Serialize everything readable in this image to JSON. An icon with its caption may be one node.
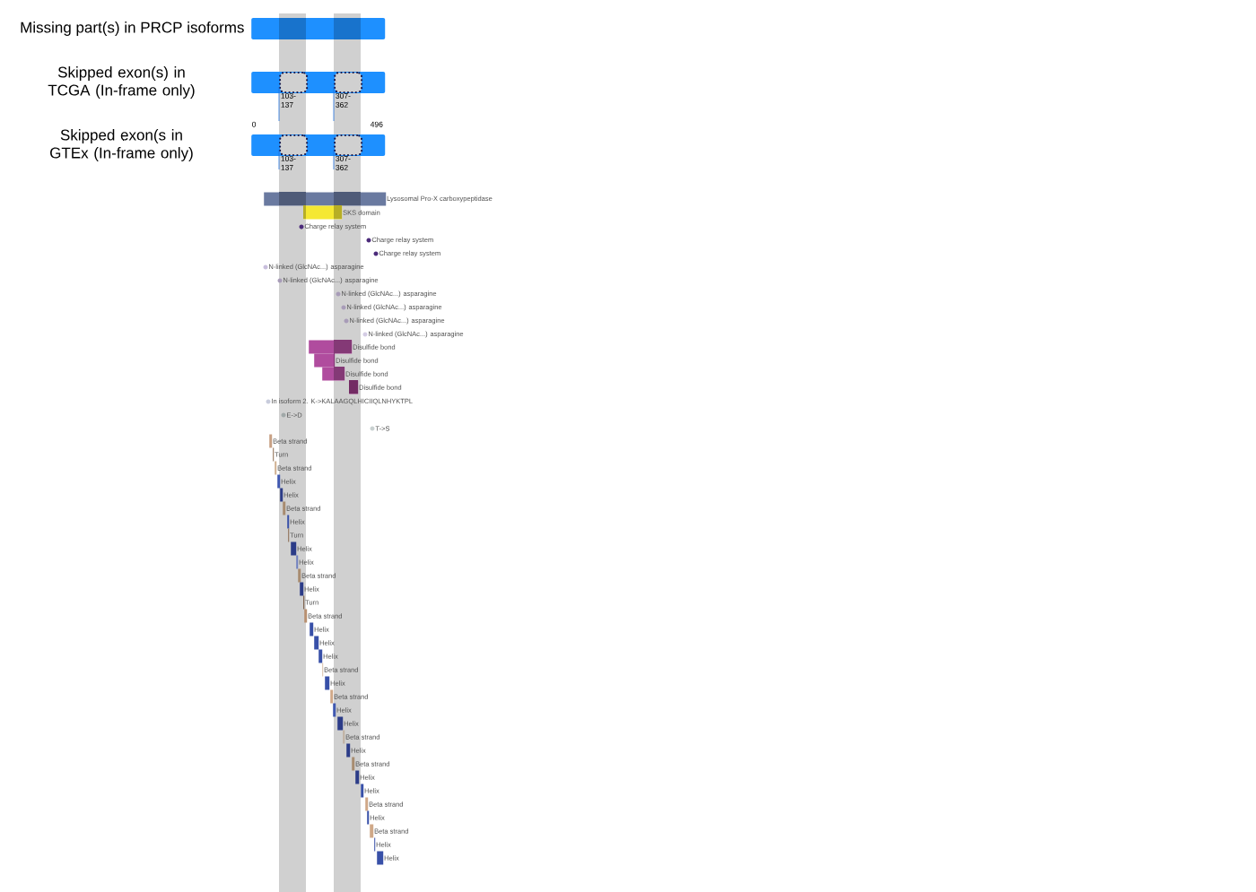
{
  "diagram": {
    "nodes": [
      {
        "text": [
          "Missing part(s) in PRCP isoforms"
        ]
      },
      {
        "text": [
          "Skipped exon(s) in TCGA (In-frame only)"
        ]
      },
      {
        "text": [],
        "shape": "box",
        "in": 1,
        "beside": [
          "103-137"
        ]
      },
      {
        "text": [],
        "shape": "box",
        "in": 1,
        "beside": [
          "307-362"
        ]
      },
      {
        "text": [
          "Skipped exon(s in GTEx (In-frame only)"
        ]
      },
      {
        "text": [],
        "shape": "box",
        "in": 4,
        "beside": [
          "103-137"
        ]
      },
      {
        "text": [],
        "shape": "box",
        "in": 4,
        "beside": [
          "307-362"
        ]
      },
      {
        "text": [
          "Lysosomal Pro-X carboxypeptidase"
        ]
      },
      {
        "text": [
          "SKS domain"
        ]
      },
      {
        "text": [
          "Charge relay system"
        ]
      },
      {
        "text": [
          "Charge relay system"
        ]
      },
      {
        "text": [
          "Charge relay system"
        ]
      },
      {
        "text": [
          "N-linked (GlcNAc...) asparagine"
        ]
      },
      {
        "text": [
          "N-linked (GlcNAc...) asparagine"
        ]
      },
      {
        "text": [
          "N-linked (GlcNAc...) asparagine"
        ]
      },
      {
        "text": [
          "N-linked (GlcNAc...) asparagine"
        ]
      },
      {
        "text": [
          "N-linked (GlcNAc...) asparagine"
        ]
      },
      {
        "text": [
          "N-linked (GlcNAc...) asparagine"
        ]
      },
      {
        "text": [
          "Disulfide bond"
        ]
      },
      {
        "text": [
          "Disulfide bond"
        ]
      },
      {
        "text": [
          "Disulfide bond"
        ]
      },
      {
        "text": [
          "Disulfide bond"
        ]
      },
      {
        "text": [
          "In isoform 2. K->KALAAGQLHICIIQLNHYKTPL"
        ]
      },
      {
        "text": [
          "E->D"
        ]
      },
      {
        "text": [
          "T->S"
        ]
      },
      {
        "text": [
          "Beta strand"
        ]
      },
      {
        "text": [
          "Turn"
        ]
      },
      {
        "text": [
          "Beta strand"
        ]
      },
      {
        "text": [
          "Helix"
        ]
      },
      {
        "text": [
          "Helix"
        ]
      },
      {
        "text": [
          "Beta strand"
        ]
      },
      {
        "text": [
          "Helix"
        ]
      },
      {
        "text": [
          "Turn"
        ]
      },
      {
        "text": [
          "Helix"
        ]
      },
      {
        "text": [
          "Helix"
        ]
      },
      {
        "text": [
          "Beta strand"
        ]
      },
      {
        "text": [
          "Helix"
        ]
      },
      {
        "text": [
          "Turn"
        ]
      },
      {
        "text": [
          "Beta strand"
        ]
      },
      {
        "text": [
          "Helix"
        ]
      },
      {
        "text": [
          "Helix"
        ]
      },
      {
        "text": [
          "Helix"
        ]
      },
      {
        "text": [
          "Beta strand"
        ]
      },
      {
        "text": [
          "Helix"
        ]
      },
      {
        "text": [
          "Beta strand"
        ]
      },
      {
        "text": [
          "Helix"
        ]
      },
      {
        "text": [
          "Helix"
        ]
      },
      {
        "text": [
          "Beta strand"
        ]
      },
      {
        "text": [
          "Helix"
        ]
      },
      {
        "text": [
          "Beta strand"
        ]
      },
      {
        "text": [
          "Helix"
        ]
      },
      {
        "text": [
          "Helix"
        ]
      },
      {
        "text": [
          "Beta strand"
        ]
      },
      {
        "text": [
          "Helix"
        ]
      },
      {
        "text": [
          "Beta strand"
        ]
      },
      {
        "text": [
          "Helix"
        ]
      },
      {
        "text": [
          "Helix"
        ]
      }
    ],
    "labels": [
      "0",
      "496"
    ]
  }
}
